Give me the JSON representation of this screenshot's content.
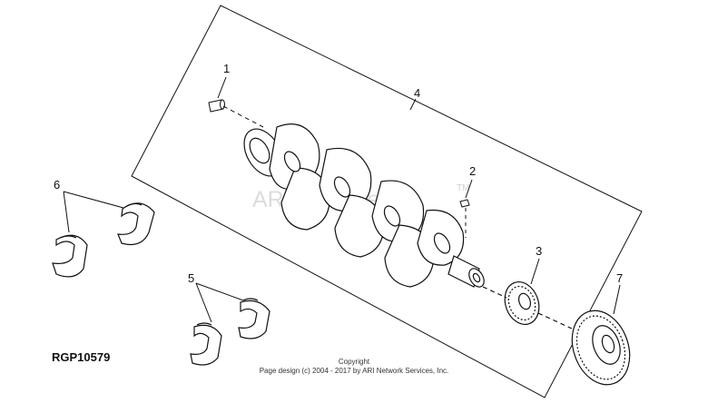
{
  "diagram": {
    "id_label": "RGP10579",
    "watermark": "ARI PartStream",
    "watermark_mark": "TM",
    "copyright_line1": "Copyright",
    "copyright_line2": "Page design (c) 2004 - 2017 by ARI Network Services, Inc.",
    "callouts": {
      "c1": "1",
      "c2": "2",
      "c3": "3",
      "c4": "4",
      "c5": "5",
      "c6": "6",
      "c7": "7"
    },
    "colors": {
      "line": "#111111",
      "watermark": "#dcdcdc",
      "background": "#ffffff"
    }
  }
}
